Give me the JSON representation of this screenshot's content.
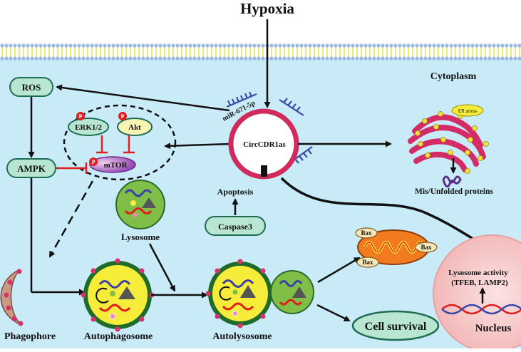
{
  "title": "Hypoxia",
  "compartments": {
    "cytoplasm": "Cytoplasm",
    "nucleus": "Nucleus"
  },
  "nodes": {
    "ros": "ROS",
    "ampk": "AMPK",
    "erk": "ERK1/2",
    "akt": "Akt",
    "mtor": "mTOR",
    "p_label": "P",
    "mirna": "miR-671-5p",
    "circ": "CircCDR1as",
    "apoptosis": "Apoptosis",
    "caspase": "Caspase3",
    "lysosome": "Lysosome",
    "er_stress": "ER stress",
    "misfolded": "Mis/Unfolded proteins",
    "bax": "Bax",
    "cell_survival": "Cell survival",
    "lysosome_activity_1": "Lysosome activity",
    "lysosome_activity_2": "(TFEB, LAMP2)",
    "phagophore": "Phagophore",
    "autophagosome": "Autophagosome",
    "autolysosome": "Autolysosome"
  },
  "colors": {
    "cytoplasm": "#c9ebf8",
    "membrane_head": "#9db8e6",
    "membrane_tail": "#d8e020",
    "node_fill": "#b9e6d2",
    "node_stroke": "#1e6d53",
    "circ_ring": "#d12a5c",
    "mirna_stroke": "#3a4aa8",
    "inhibit": "#e11d1d",
    "er": "#d42c66",
    "er_dot": "#f3e23a",
    "nucleus": "#f6c7c7",
    "mito": "#f27b1f",
    "lysosome_green": "#7fbf47",
    "vesicle_yellow": "#f6ed3a",
    "phagophore": "#c99b84"
  }
}
